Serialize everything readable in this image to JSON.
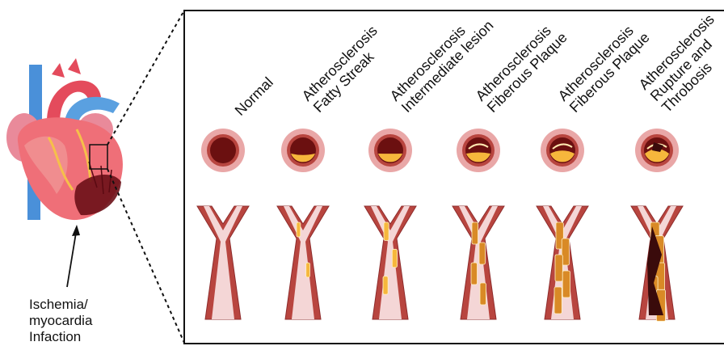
{
  "caption": {
    "lines": [
      "Ischemia/",
      "myocardia",
      "Infaction"
    ]
  },
  "stages": [
    {
      "lines": [
        "Normal"
      ],
      "plaque": 0.0,
      "thrombus": false
    },
    {
      "lines": [
        "Atherosclerosis",
        "Fatty Streak"
      ],
      "plaque": 0.2,
      "thrombus": false
    },
    {
      "lines": [
        "Atherosclerosis",
        "Intermediate lesion"
      ],
      "plaque": 0.35,
      "thrombus": false
    },
    {
      "lines": [
        "Atherosclerosis",
        "Fiberous Plaque"
      ],
      "plaque": 0.5,
      "thrombus": false
    },
    {
      "lines": [
        "Atherosclerosis",
        "Fiberous Plaque"
      ],
      "plaque": 0.7,
      "thrombus": false
    },
    {
      "lines": [
        "Atherosclerosis",
        "Rupture and",
        "Throbosis"
      ],
      "plaque": 0.9,
      "thrombus": true
    }
  ],
  "colors": {
    "wall": "#b8453f",
    "wall_dark": "#8e2c2c",
    "intima": "#e9a7a7",
    "lumen": "#f4d6d6",
    "blood": "#6b1010",
    "fat": "#f6b73c",
    "fibrous": "#d98a26",
    "thrombus": "#3a0b0b",
    "frame": "#111111"
  }
}
